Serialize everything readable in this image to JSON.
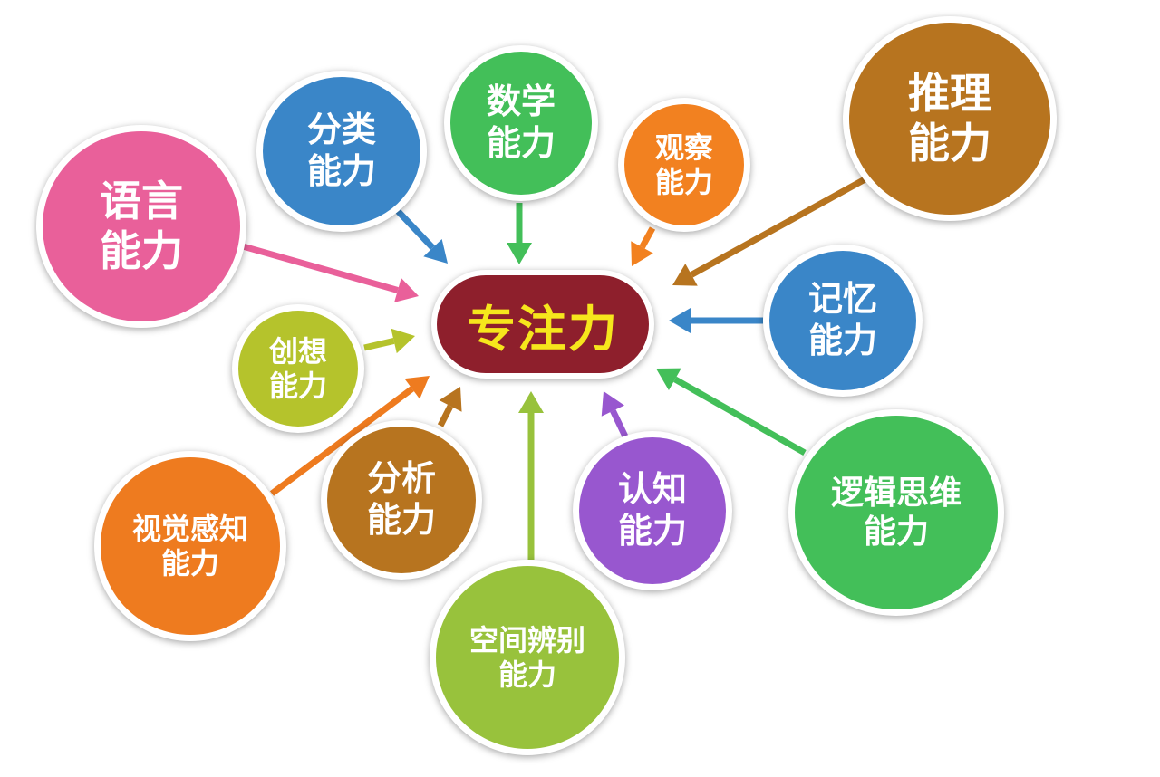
{
  "center": {
    "label": "专注力",
    "color": "#8e1f2c",
    "text_color": "#f6e61c"
  },
  "nodes": {
    "yuyan": {
      "line1": "语言",
      "line2": "能力",
      "color": "#e9609a"
    },
    "fenlei": {
      "line1": "分类",
      "line2": "能力",
      "color": "#3a86c8"
    },
    "shuxue": {
      "line1": "数学",
      "line2": "能力",
      "color": "#43bf59"
    },
    "guancha": {
      "line1": "观察",
      "line2": "能力",
      "color": "#f28120"
    },
    "tuili": {
      "line1": "推理",
      "line2": "能力",
      "color": "#b7741f"
    },
    "jiyi": {
      "line1": "记忆",
      "line2": "能力",
      "color": "#3a86c8"
    },
    "chuangxiang": {
      "line1": "创想",
      "line2": "能力",
      "color": "#b5c32c"
    },
    "shijue": {
      "line1": "视觉感知",
      "line2": "能力",
      "color": "#ee7b1f"
    },
    "fenxi": {
      "line1": "分析",
      "line2": "能力",
      "color": "#b7741f"
    },
    "kongjian": {
      "line1": "空间辨别",
      "line2": "能力",
      "color": "#98c23c"
    },
    "renzhi": {
      "line1": "认知",
      "line2": "能力",
      "color": "#9857cf"
    },
    "luoji": {
      "line1": "逻辑思维",
      "line2": "能力",
      "color": "#43bf59"
    }
  },
  "arrow_colors": {
    "yuyan": "#e9609a",
    "fenlei": "#3a86c8",
    "shuxue": "#43bf59",
    "guancha": "#f28120",
    "tuili": "#b7741f",
    "jiyi": "#3a86c8",
    "chuangxiang": "#b5c32c",
    "shijue": "#ee7b1f",
    "fenxi": "#b7741f",
    "kongjian": "#98c23c",
    "renzhi": "#9857cf",
    "luoji": "#43bf59"
  }
}
